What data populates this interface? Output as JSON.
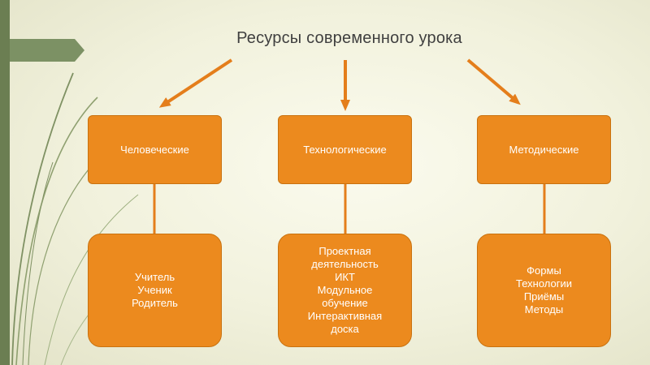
{
  "title": "Ресурсы современного урока",
  "categories": [
    {
      "label": "Человеческие",
      "items": [
        "Учитель",
        "Ученик",
        "Родитель"
      ]
    },
    {
      "label": "Технологические",
      "items": [
        "Проектная",
        "деятельность",
        "ИКТ",
        "Модульное",
        "обучение",
        "Интерактивная",
        "доска"
      ]
    },
    {
      "label": "Методические",
      "items": [
        "Формы",
        "Технологии",
        "Приёмы",
        "Методы"
      ]
    }
  ],
  "colors": {
    "box_fill": "#ec8a1e",
    "arrow": "#e47e1b",
    "connector": "#e47e1b",
    "accent_green": "#6b7e52"
  }
}
